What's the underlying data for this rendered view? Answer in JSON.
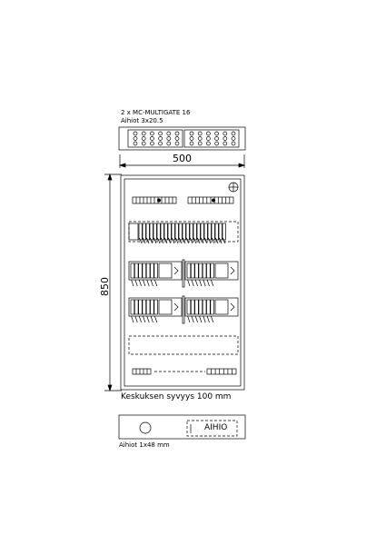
{
  "top_view": {
    "caption_1": "2 x MC-MULTIGATE 16",
    "caption_2": "Aihiot 3x20.5"
  },
  "dimensions": {
    "width": "500",
    "height": "850"
  },
  "depth_text": "Keskuksen syvyys 100 mm",
  "bottom_view": {
    "blank_label": "AIHIO",
    "caption": "Aihiot 1x48 mm"
  }
}
